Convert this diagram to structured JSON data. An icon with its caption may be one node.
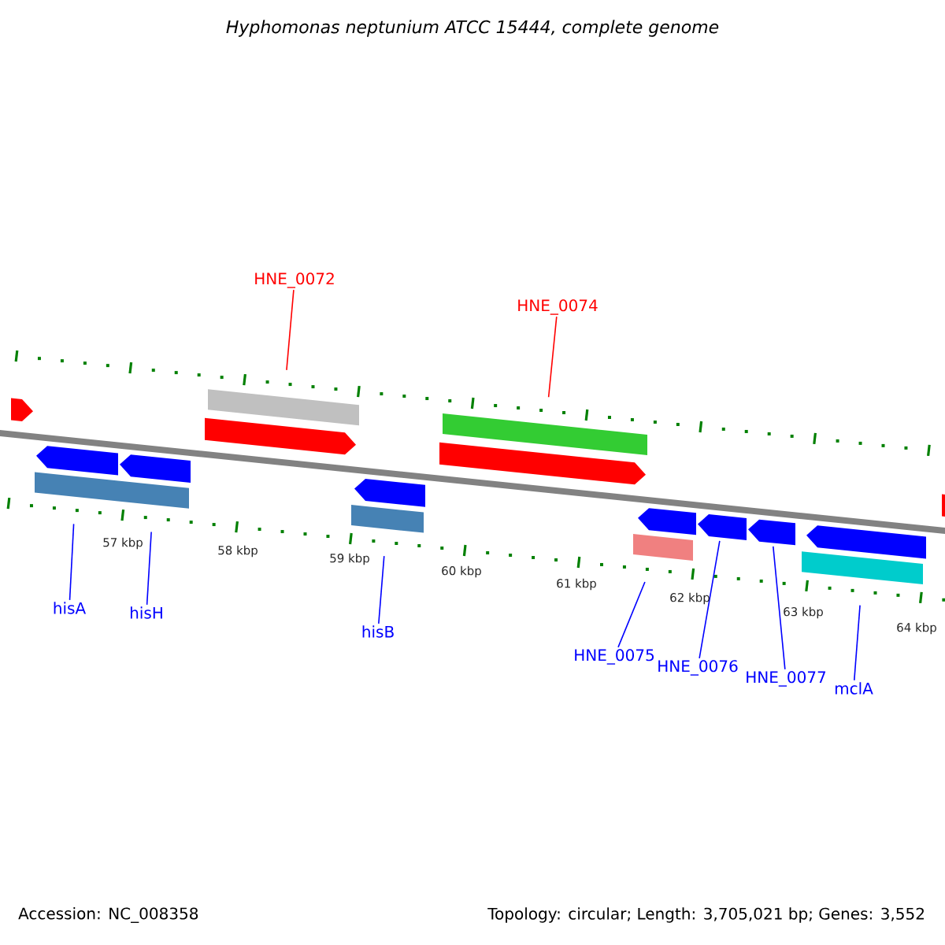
{
  "diagram": {
    "title": "Hyphomonas neptunium ATCC 15444, complete genome",
    "nodes": [
      {
        "text": [
          "HNE_0072"
        ]
      },
      {
        "text": [
          "HNE_0074"
        ]
      },
      {
        "text": [],
        "shape": "bar"
      },
      {
        "text": [],
        "shape": "bar"
      },
      {
        "text": [],
        "shape": "bar"
      },
      {
        "text": [],
        "shape": "bar"
      },
      {
        "text": [],
        "shape": "bar"
      },
      {
        "text": [],
        "shape": "bar"
      },
      {
        "text": [],
        "shape": "arrow"
      },
      {
        "text": [],
        "shape": "arrow"
      },
      {
        "text": [],
        "shape": "bar"
      },
      {
        "text": [
          "hisA"
        ]
      },
      {
        "text": [
          "hisH"
        ]
      },
      {
        "text": [
          "hisB"
        ]
      },
      {
        "text": [
          "HNE_0075"
        ]
      },
      {
        "text": [
          "HNE_0076"
        ]
      },
      {
        "text": [
          "HNE_0077"
        ]
      },
      {
        "text": [
          "mclA"
        ]
      }
    ],
    "edges": [
      {
        "from": 0,
        "to": 2,
        "arrow": "none",
        "color": "#ff0000"
      },
      {
        "from": 1,
        "to": 3,
        "arrow": "none",
        "color": "#ff0000"
      },
      {
        "from": 11,
        "to": 4,
        "arrow": "none"
      },
      {
        "from": 12,
        "to": 5,
        "arrow": "none"
      },
      {
        "from": 13,
        "to": 6,
        "arrow": "none"
      },
      {
        "from": 14,
        "to": 7,
        "arrow": "none"
      },
      {
        "from": 15,
        "to": 8,
        "arrow": "none"
      },
      {
        "from": 16,
        "to": 9,
        "arrow": "none"
      },
      {
        "from": 17,
        "to": 10,
        "arrow": "none"
      }
    ],
    "labels": [
      "57 kbp",
      "58 kbp",
      "59 kbp",
      "60 kbp",
      "61 kbp",
      "62 kbp",
      "63 kbp",
      "64 kbp",
      "Accession: NC_008358",
      "Topology: circular; Length: 3,705,021 bp; Genes: 3,552"
    ]
  }
}
